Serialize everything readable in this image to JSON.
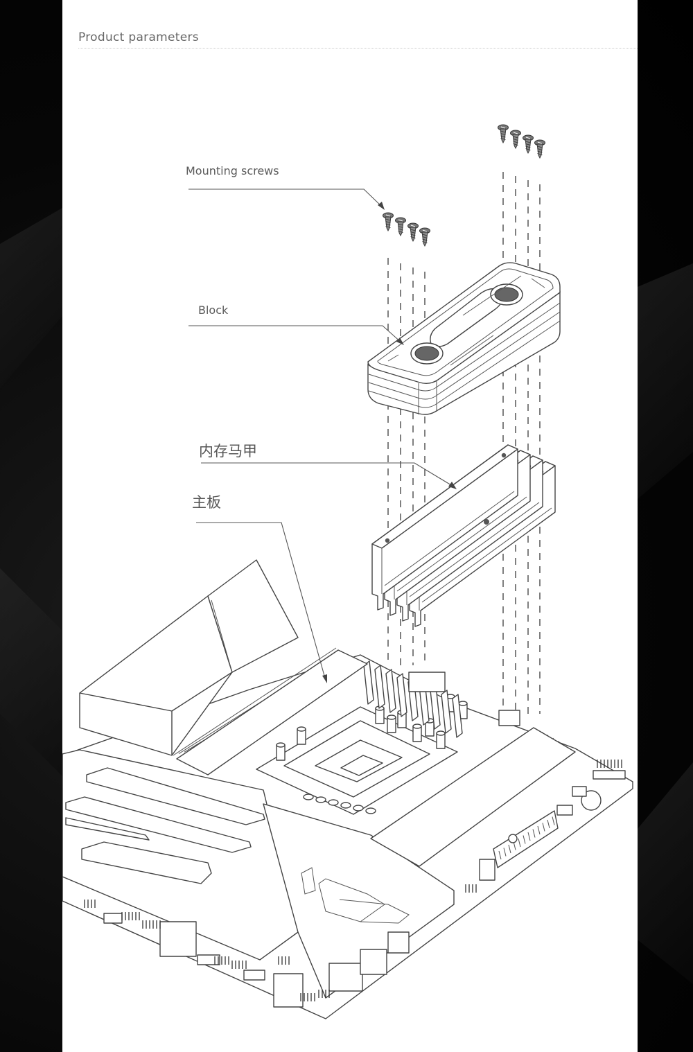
{
  "header": {
    "title": "Product parameters"
  },
  "diagram": {
    "labels": {
      "screws": "Mounting screws",
      "block": "Block",
      "ram_armor": "内存马甲",
      "motherboard": "主板"
    }
  },
  "colors": {
    "panel_background": "#ffffff",
    "page_background": "#000000",
    "line_art": "#444444",
    "label_text": "#5a5a5a"
  }
}
